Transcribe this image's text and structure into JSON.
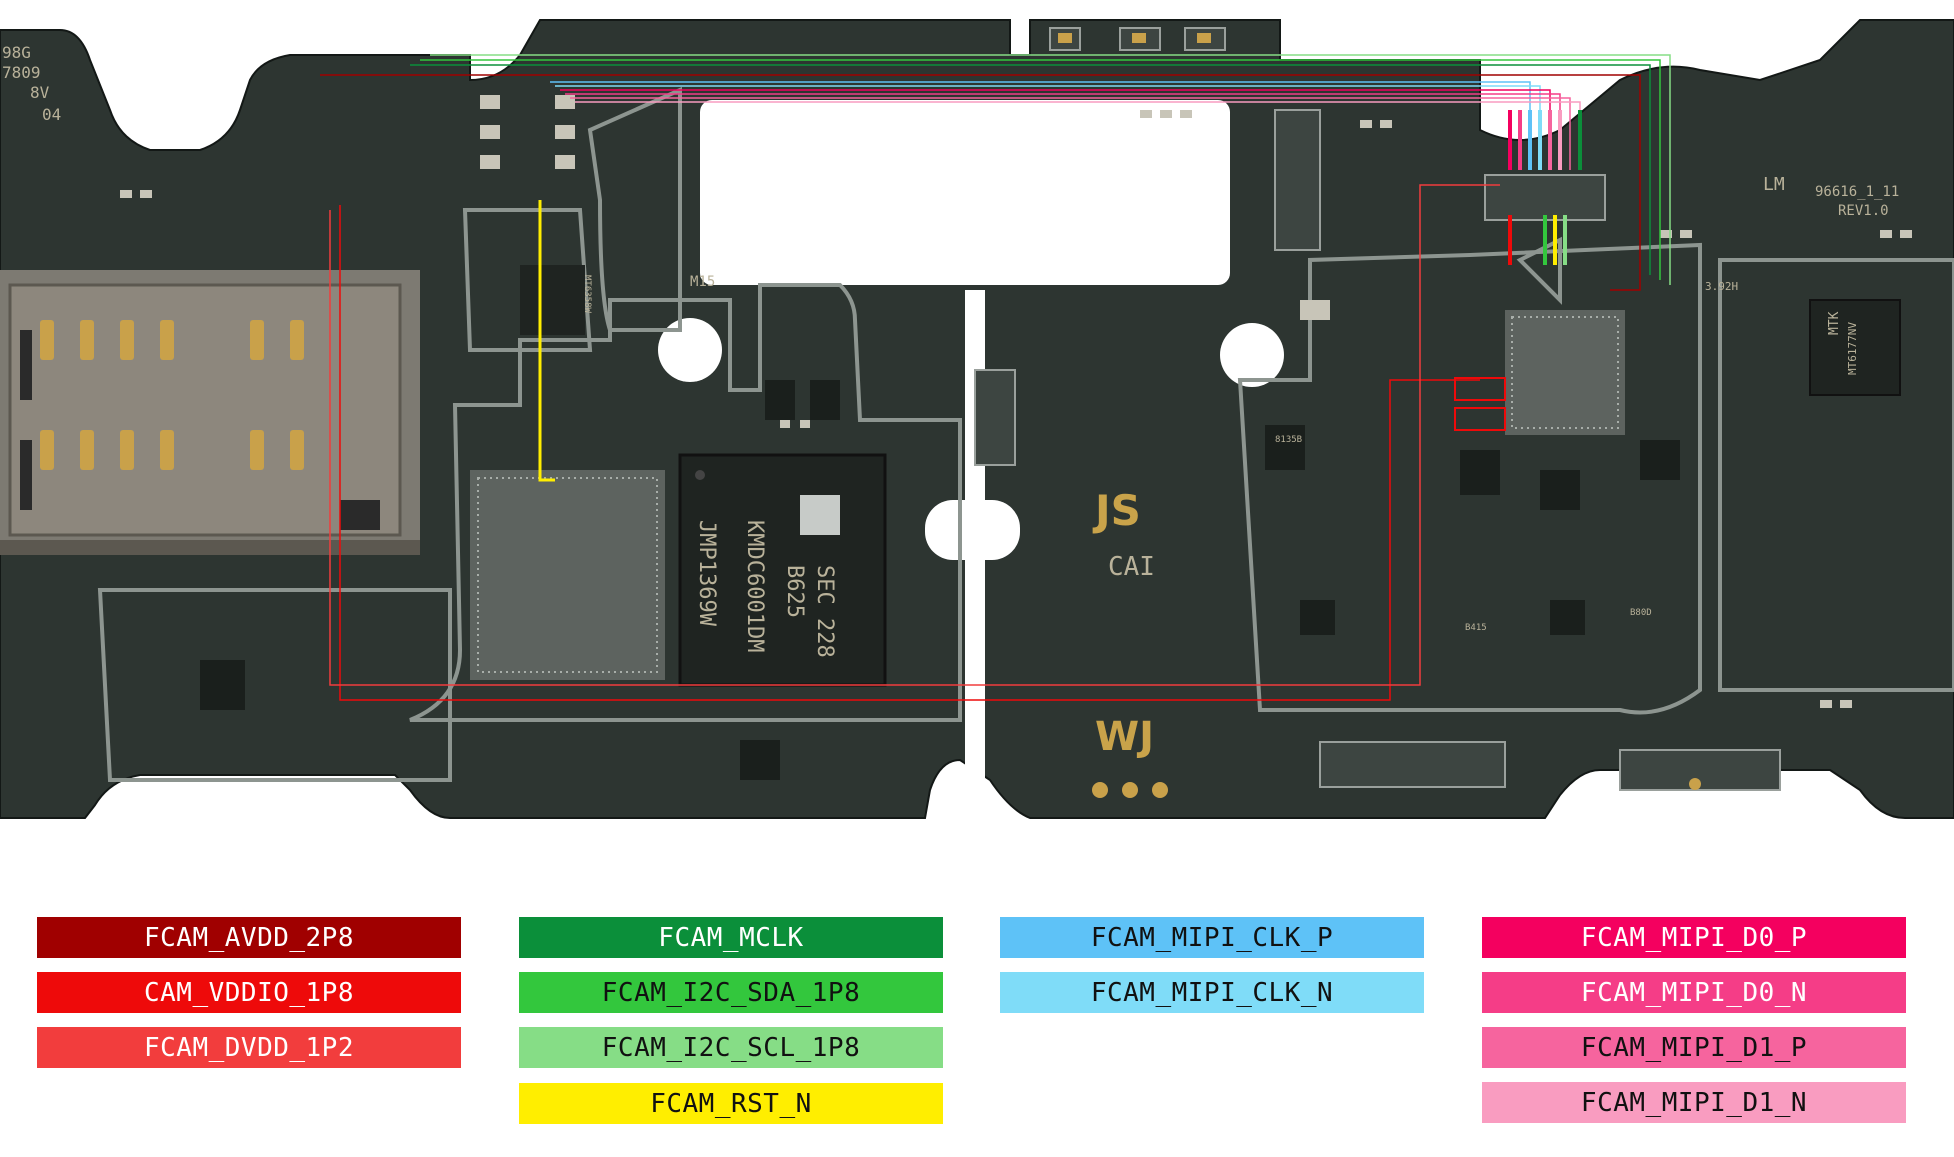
{
  "board": {
    "silkscreen": {
      "js": "JS",
      "cai": "CAI",
      "wj": "WJ",
      "m15": "M15",
      "rev": "REV1.0",
      "board_id": "96616_1_11",
      "cam_label": "3.92H",
      "lm": "LM",
      "top_left_1": "98G",
      "top_left_2": "7809",
      "top_left_3": "8V",
      "top_left_4": "04",
      "cpu_text": "MTK",
      "cpu_code": "MT6177NV",
      "mem_text_1": "SEC 228",
      "mem_text_2": "B625",
      "mem_text_3": "KMDC6001DM",
      "mem_text_4": "JMP1369W",
      "mid_ic": "MT6358W",
      "pmic": "8135B",
      "pmic2": "B415",
      "pmic3": "B80D"
    }
  },
  "legend": {
    "col1": [
      {
        "label": "FCAM_AVDD_2P8",
        "bg": "#a00000",
        "fg": "#ffffff"
      },
      {
        "label": "CAM_VDDIO_1P8",
        "bg": "#ee0a0a",
        "fg": "#ffffff"
      },
      {
        "label": "FCAM_DVDD_1P2",
        "bg": "#f23d3d",
        "fg": "#ffffff"
      }
    ],
    "col2": [
      {
        "label": "FCAM_MCLK",
        "bg": "#0b8f3a",
        "fg": "#ffffff"
      },
      {
        "label": "FCAM_I2C_SDA_1P8",
        "bg": "#33c73d",
        "fg": "#111111"
      },
      {
        "label": "FCAM_I2C_SCL_1P8",
        "bg": "#86dd86",
        "fg": "#111111"
      },
      {
        "label": "FCAM_RST_N",
        "bg": "#ffee00",
        "fg": "#111111"
      }
    ],
    "col3": [
      {
        "label": "FCAM_MIPI_CLK_P",
        "bg": "#5ec2f7",
        "fg": "#111111"
      },
      {
        "label": "FCAM_MIPI_CLK_N",
        "bg": "#7fdcf8",
        "fg": "#111111"
      }
    ],
    "col4": [
      {
        "label": "FCAM_MIPI_D0_P",
        "bg": "#f4005f",
        "fg": "#ffffff"
      },
      {
        "label": "FCAM_MIPI_D0_N",
        "bg": "#f53d87",
        "fg": "#ffffff"
      },
      {
        "label": "FCAM_MIPI_D1_P",
        "bg": "#f6649e",
        "fg": "#111111"
      },
      {
        "label": "FCAM_MIPI_D1_N",
        "bg": "#f99cc0",
        "fg": "#111111"
      }
    ]
  },
  "colors": {
    "board": "#2d3531",
    "board_dark": "#1f2623",
    "outline": "#8d9590",
    "cutout": "#ffffff"
  }
}
